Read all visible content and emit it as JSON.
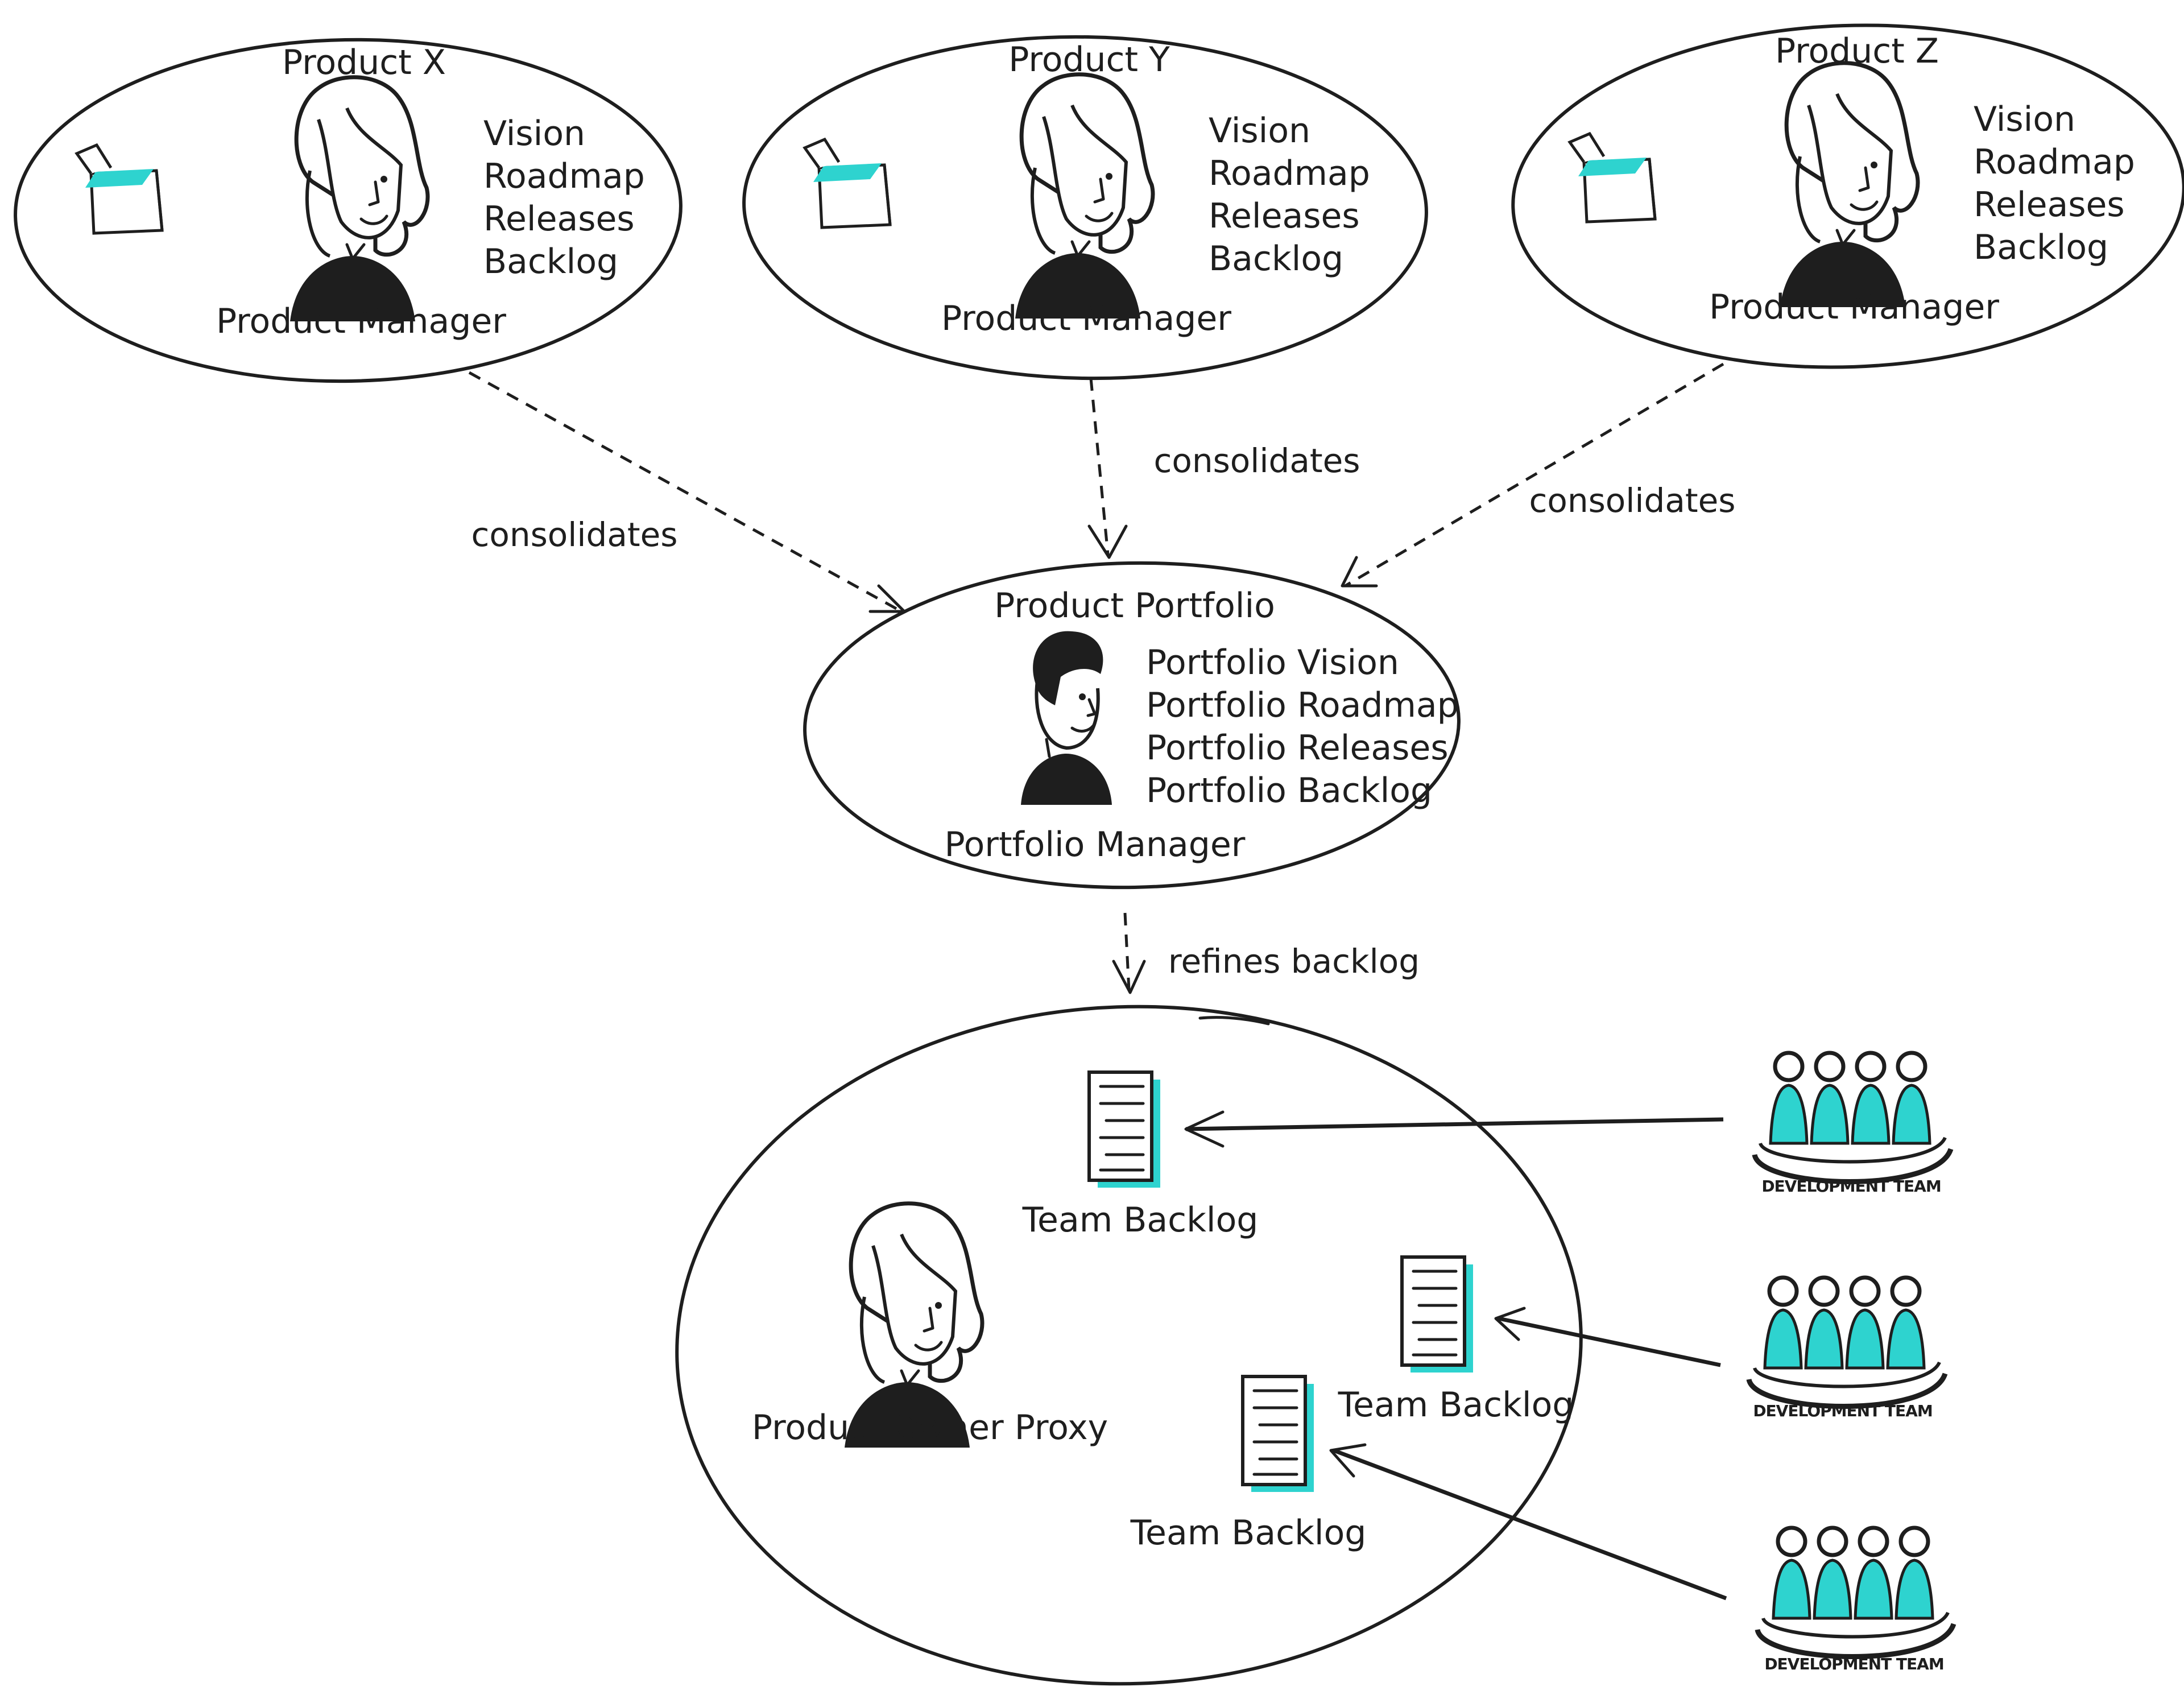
{
  "products": [
    {
      "title": "Product X",
      "items": [
        "Vision",
        "Roadmap",
        "Releases",
        "Backlog"
      ],
      "role": "Product Manager",
      "edge_label": "consolidates"
    },
    {
      "title": "Product Y",
      "items": [
        "Vision",
        "Roadmap",
        "Releases",
        "Backlog"
      ],
      "role": "Product Manager",
      "edge_label": "consolidates"
    },
    {
      "title": "Product Z",
      "items": [
        "Vision",
        "Roadmap",
        "Releases",
        "Backlog"
      ],
      "role": "Product Manager",
      "edge_label": "consolidates"
    }
  ],
  "portfolio": {
    "title": "Product Portfolio",
    "items": [
      "Portfolio Vision",
      "Portfolio Roadmap",
      "Portfolio Releases",
      "Portfolio Backlog"
    ],
    "role": "Portfolio Manager",
    "edge_label": "refines backlog"
  },
  "proxy": {
    "role": "Product Owner Proxy",
    "backlogs": [
      "Team Backlog",
      "Team Backlog",
      "Team Backlog"
    ]
  },
  "teams": [
    {
      "label": "DEVELOPMENT TEAM"
    },
    {
      "label": "DEVELOPMENT TEAM"
    },
    {
      "label": "DEVELOPMENT TEAM"
    }
  ],
  "colors": {
    "ink": "#1e1e1e",
    "accent": "#2ed3cf",
    "background": "#ffffff"
  }
}
